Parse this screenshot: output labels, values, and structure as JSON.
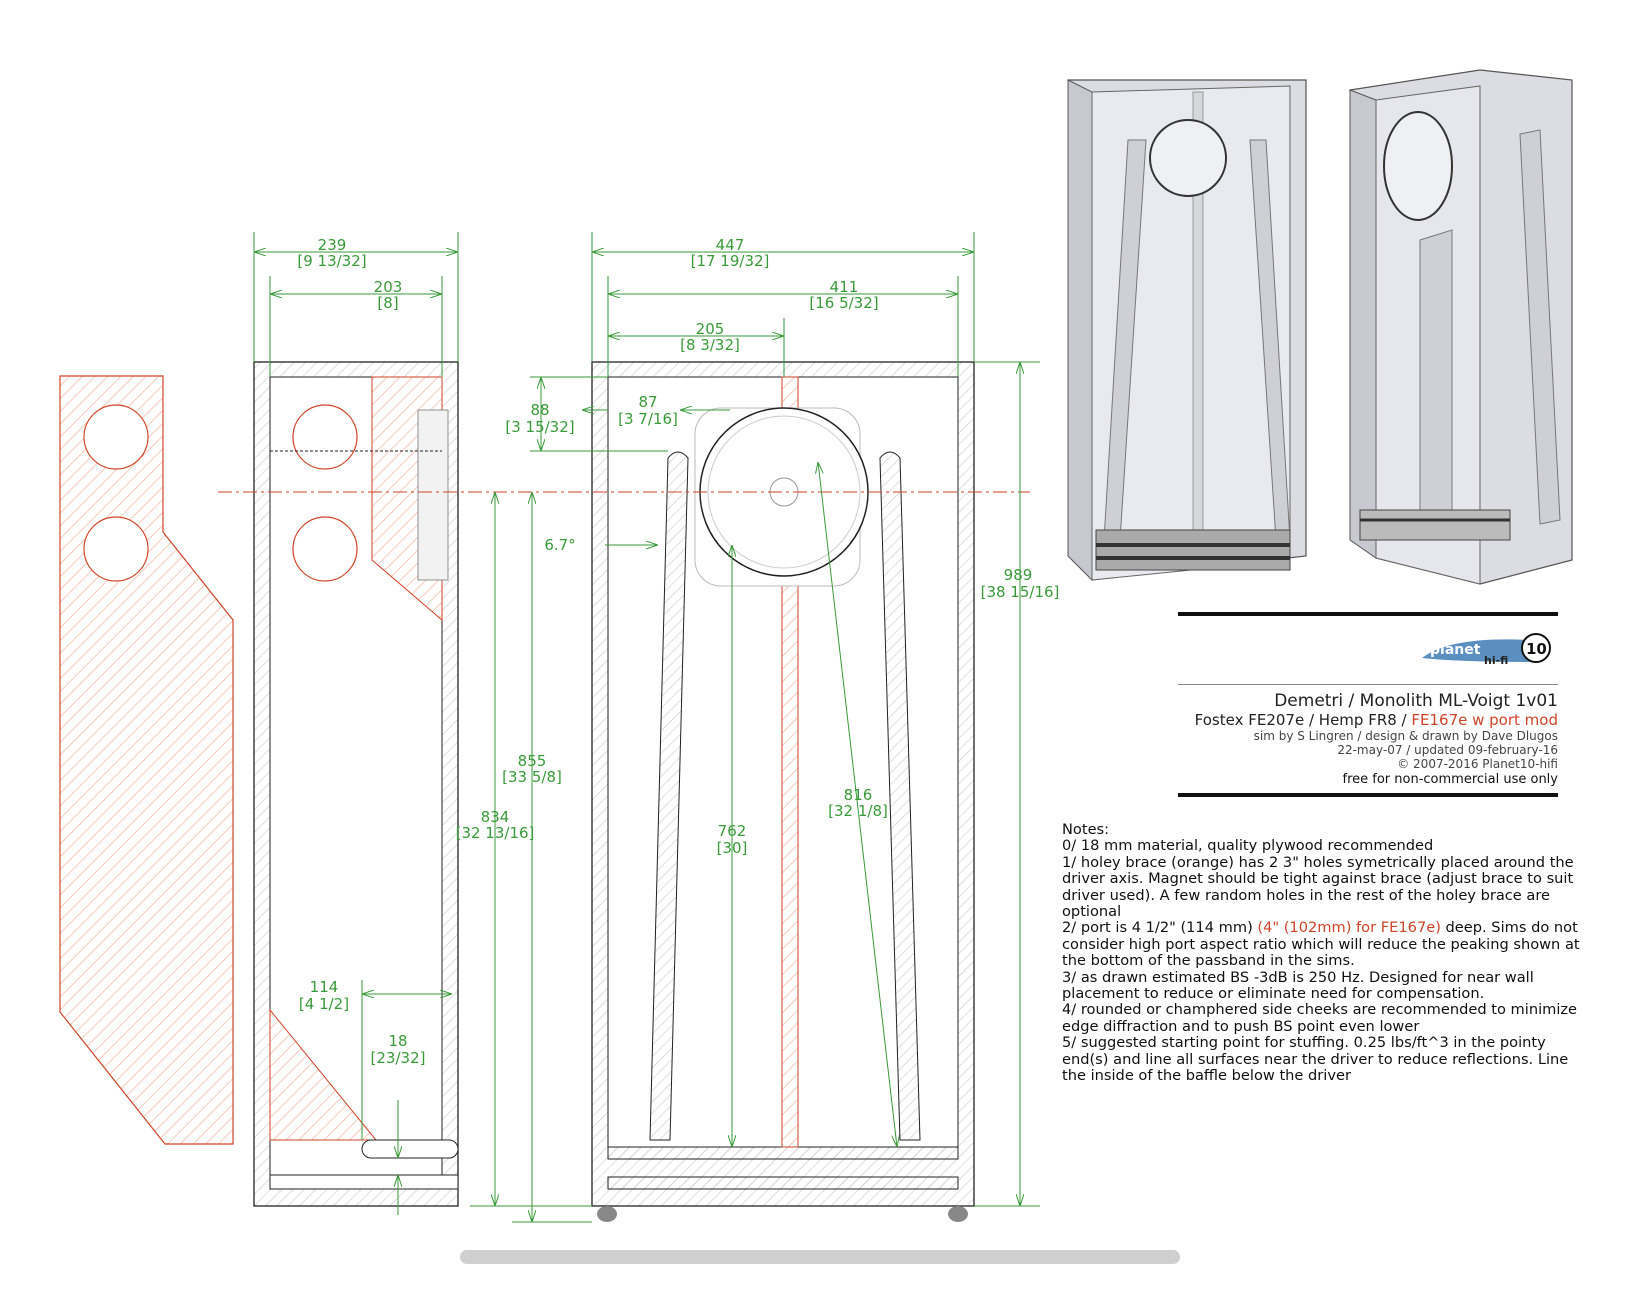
{
  "dimensions": {
    "side_width_total": "239",
    "side_width_total_in": "[9 13/32]",
    "side_width_inner": "203",
    "side_width_inner_in": "[8]",
    "front_width_total": "447",
    "front_width_total_in": "[17 19/32]",
    "front_width_inner": "411",
    "front_width_inner_in": "[16 5/32]",
    "driver_offset": "205",
    "driver_offset_in": "[8 3/32]",
    "driver_top": "88",
    "driver_top_in": "[3 15/32]",
    "brace_offset": "87",
    "brace_offset_in": "[3 7/16]",
    "angle": "6.7°",
    "height_total": "989",
    "height_total_in": "[38 15/16]",
    "height_855": "855",
    "height_855_in": "[33 5/8]",
    "height_834": "834",
    "height_834_in": "[32 13/16]",
    "height_816": "816",
    "height_816_in": "[32 1/8]",
    "height_762": "762",
    "height_762_in": "[30]",
    "port_depth": "114",
    "port_depth_in": "[4 1/2]",
    "port_gap": "18",
    "port_gap_in": "[23/32]"
  },
  "logo": {
    "text1": "planet",
    "text2": "hi-fi",
    "number": "10"
  },
  "title_block": {
    "title": "Demetri / Monolith ML-Voigt 1v01",
    "subtitle_a": "Fostex FE207e / Hemp FR8 / ",
    "subtitle_b": "FE167e w port mod",
    "credit": "sim by S Lingren / design & drawn by Dave Dlugos",
    "dates": "22-may-07 / updated 09-february-16",
    "copyright": "© 2007-2016 Planet10-hifi",
    "license": "free for non-commercial use only"
  },
  "notes": {
    "heading": "Notes:",
    "n0": "0/ 18 mm material, quality plywood recommended",
    "n1": "1/ holey brace (orange) has 2 3\" holes symetrically placed around the driver axis. Magnet should be tight against brace (adjust brace to suit driver used). A few random holes in the rest of the holey brace are optional",
    "n2a": "2/ port is 4 1/2\" (114 mm) ",
    "n2b": "(4\" (102mm) for FE167e)",
    "n2c": " deep. Sims do not consider high port aspect ratio which will reduce the peaking shown at the bottom of the passband in the sims.",
    "n3": "3/ as drawn estimated BS -3dB is 250 Hz. Designed for near wall placement to reduce or eliminate need for compensation.",
    "n4": "4/ rounded or champhered side cheeks are recommended to minimize edge diffraction and to push BS point even lower",
    "n5": "5/ suggested starting point for stuffing. 0.25 lbs/ft^3 in the pointy end(s) and line all surfaces near the driver to reduce reflections. Line the inside of the baffle below the driver"
  },
  "colors": {
    "dim": "#3a9a3a",
    "orange": "#d0452a",
    "line": "#222222"
  }
}
